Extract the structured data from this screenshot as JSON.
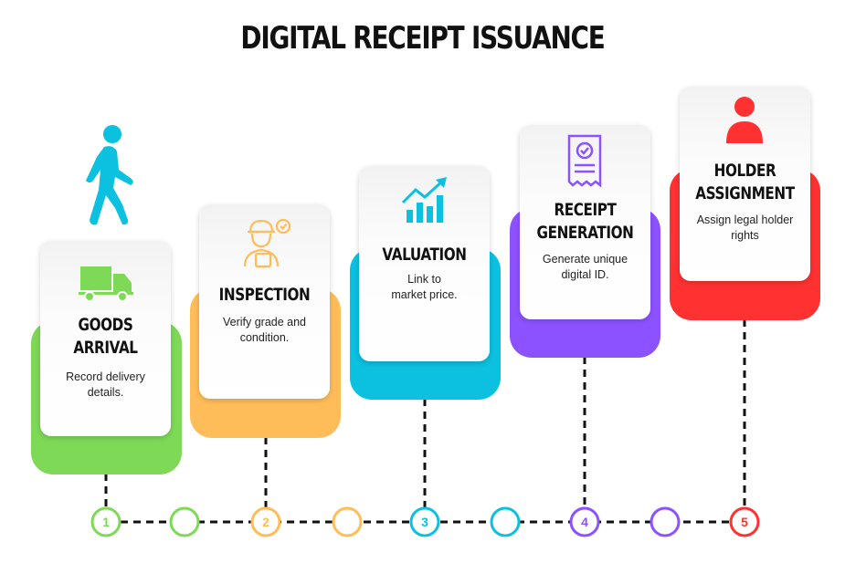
{
  "title": "DIGITAL RECEIPT ISSUANCE",
  "steps": [
    {
      "number": "1",
      "title_line1": "GOODS",
      "title_line2": "ARRIVAL",
      "desc_line1": "Record delivery",
      "desc_line2": "details.",
      "color": "#7ed957"
    },
    {
      "number": "2",
      "title_line1": "INSPECTION",
      "title_line2": "",
      "desc_line1": "Verify grade and",
      "desc_line2": "condition.",
      "color": "#ffbd59"
    },
    {
      "number": "3",
      "title_line1": "VALUATION",
      "title_line2": "",
      "desc_line1": "Link to",
      "desc_line2": "market price.",
      "color": "#0cc0df"
    },
    {
      "number": "4",
      "title_line1": "RECEIPT",
      "title_line2": "GENERATION",
      "desc_line1": "Generate unique",
      "desc_line2": "digital ID.",
      "color": "#8c52ff"
    },
    {
      "number": "5",
      "title_line1": "HOLDER",
      "title_line2": "ASSIGNMENT",
      "desc_line1": "Assign legal holder",
      "desc_line2": "rights",
      "color": "#ff3131"
    }
  ],
  "icons": [
    "walking-person-icon",
    "delivery-truck-icon",
    "inspector-icon",
    "growth-chart-icon",
    "receipt-check-icon",
    "user-icon"
  ]
}
